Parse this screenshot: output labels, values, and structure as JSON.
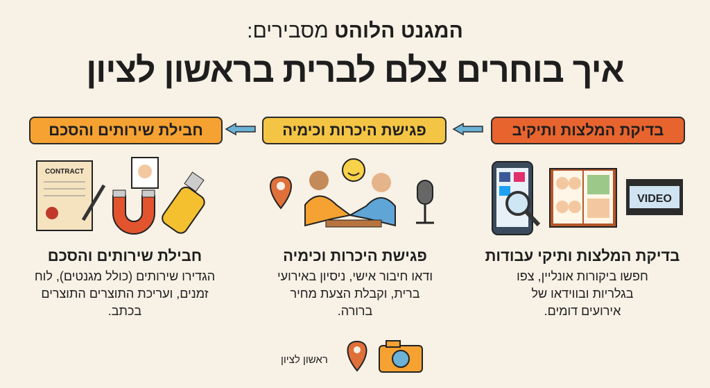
{
  "title": {
    "brand": "המגנט הלוהט",
    "rest": "מסבירים:",
    "main": "איך בוחרים צלם לברית בראשון לציון"
  },
  "steps": [
    {
      "label": "בדיקת המלצות ותיקיב",
      "color": "#e8642f",
      "heading": "בדיקת המלצות ותיקי עבודות",
      "text": "חפשו ביקורות אונליין, צפו בגלריות ובווידאו של אירועים דומים."
    },
    {
      "label": "פגישת היכרות וכימיה",
      "color": "#f4c545",
      "heading": "פגישת היכרות וכימיה",
      "text": "ודאו חיבור אישי, ניסיון באירועי ברית, וקבלת הצעת מחיר ברורה."
    },
    {
      "label": "חבילת שירותים והסכם",
      "color": "#f5a232",
      "heading": "חבילת שירותים והסכם",
      "text": "הגדירו שירותים (כולל מגנטים), לוח זמנים, ועריכת התוצרים התוצרים בכתב."
    }
  ],
  "illustrations": {
    "video_label": "VIDEO",
    "contract_label": "CONTRACT"
  },
  "footer": {
    "location": "ראשון לציון"
  }
}
